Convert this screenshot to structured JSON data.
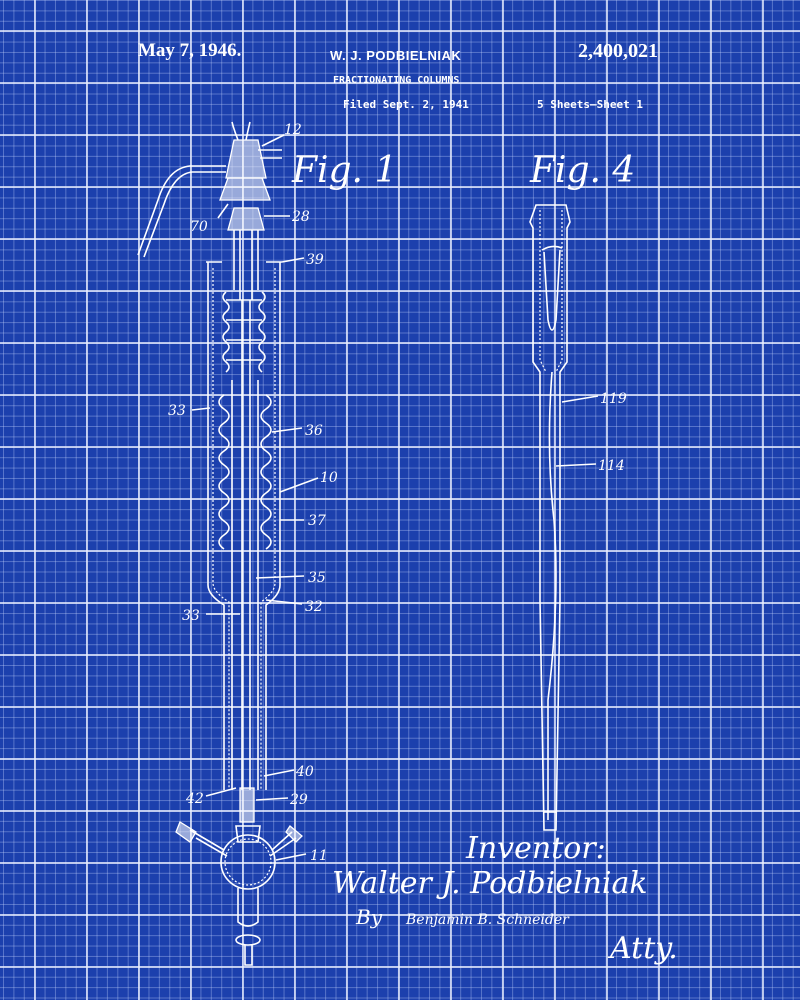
{
  "header": {
    "date": "May 7, 1946.",
    "inventor_name": "W. J. PODBIELNIAK",
    "title": "FRACTIONATING COLUMNS",
    "filed": "Filed Sept. 2, 1941",
    "patent_number": "2,400,021",
    "sheets": "5 Sheets—Sheet 1"
  },
  "figures": {
    "fig1": {
      "label": "Fig. 1",
      "refs": [
        "12",
        "70",
        "28",
        "39",
        "33",
        "36",
        "10",
        "37",
        "35",
        "32",
        "33",
        "40",
        "42",
        "29",
        "11"
      ]
    },
    "fig4": {
      "label": "Fig. 4",
      "refs": [
        "119",
        "114"
      ]
    }
  },
  "signature": {
    "inventor_heading": "Inventor:",
    "inventor": "Walter J. Podbielniak",
    "by": "By",
    "attorney": "Benjamin B. Schneider",
    "atty": "Atty."
  }
}
